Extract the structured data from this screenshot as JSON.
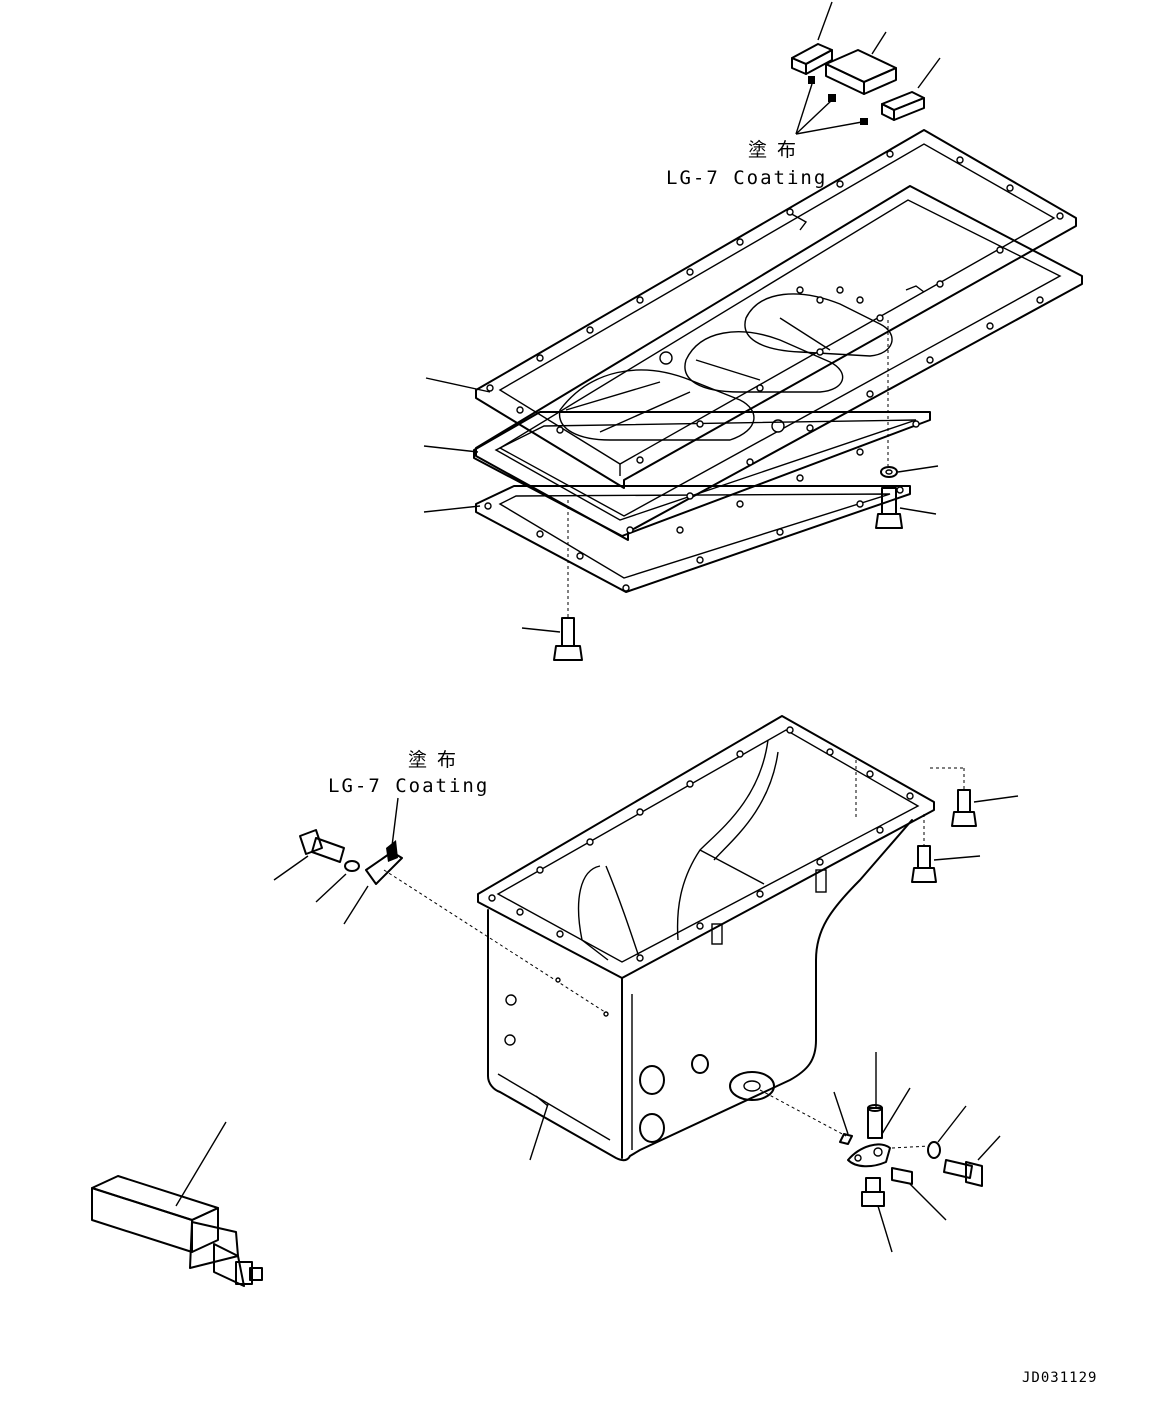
{
  "annotations": {
    "coating_top_jp": "塗布",
    "coating_top_en": "LG-7 Coating",
    "coating_mid_jp": "塗布",
    "coating_mid_en": "LG-7 Coating"
  },
  "drawing_code": "JD031129"
}
